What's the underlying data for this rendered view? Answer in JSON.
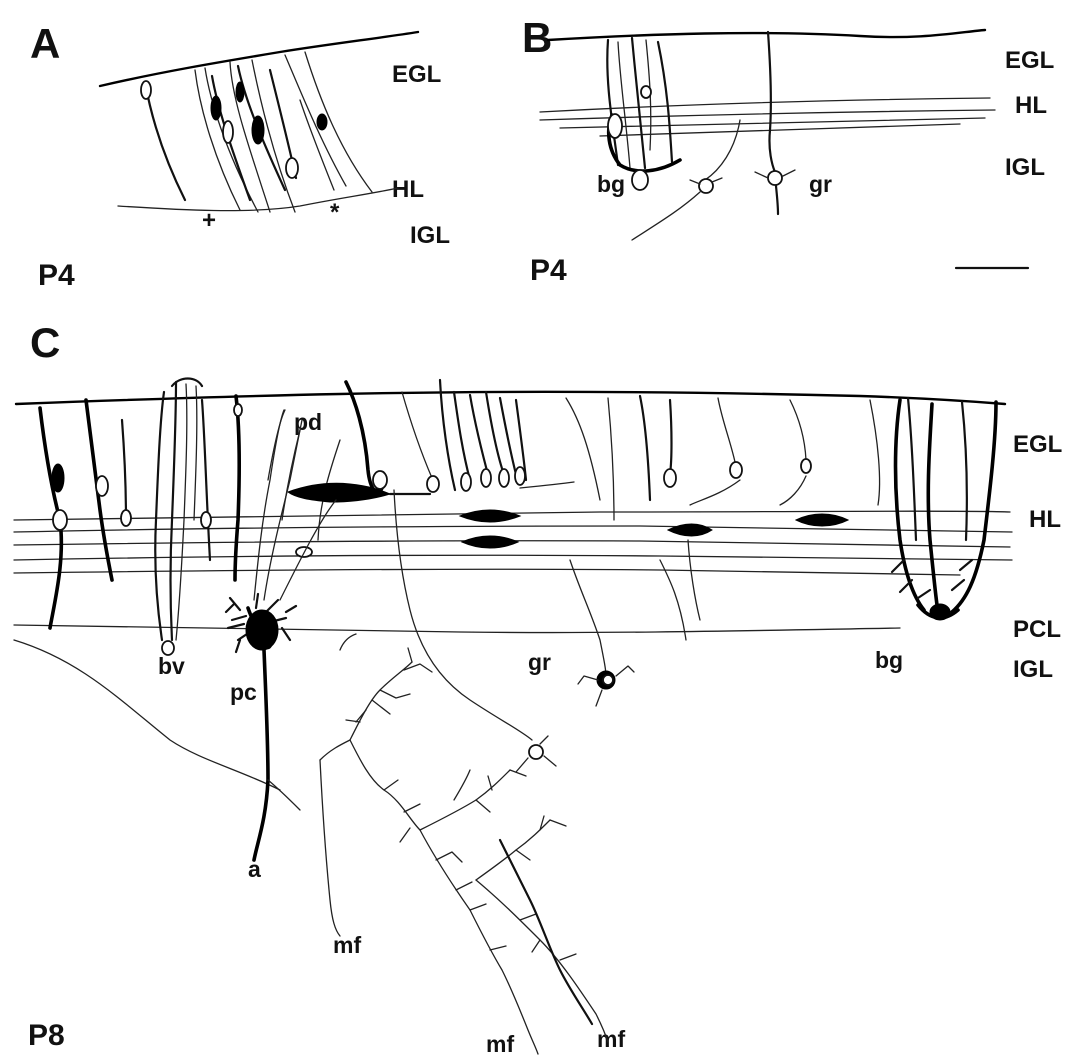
{
  "panels": [
    {
      "letter": "A",
      "age": "P4",
      "layers": [
        "EGL",
        "HL",
        "IGL"
      ],
      "markers": [
        "+",
        "*"
      ]
    },
    {
      "letter": "B",
      "age": "P4",
      "layers": [
        "EGL",
        "HL",
        "IGL"
      ],
      "cells": [
        "bg",
        "gr"
      ]
    },
    {
      "letter": "C",
      "age": "P8",
      "layers": [
        "EGL",
        "HL",
        "PCL",
        "IGL"
      ],
      "cells": [
        "pd",
        "bv",
        "pc",
        "gr",
        "bg",
        "a",
        "mf",
        "mf",
        "mf"
      ]
    }
  ],
  "colors": {
    "ink": "#000000",
    "background": "#ffffff"
  }
}
